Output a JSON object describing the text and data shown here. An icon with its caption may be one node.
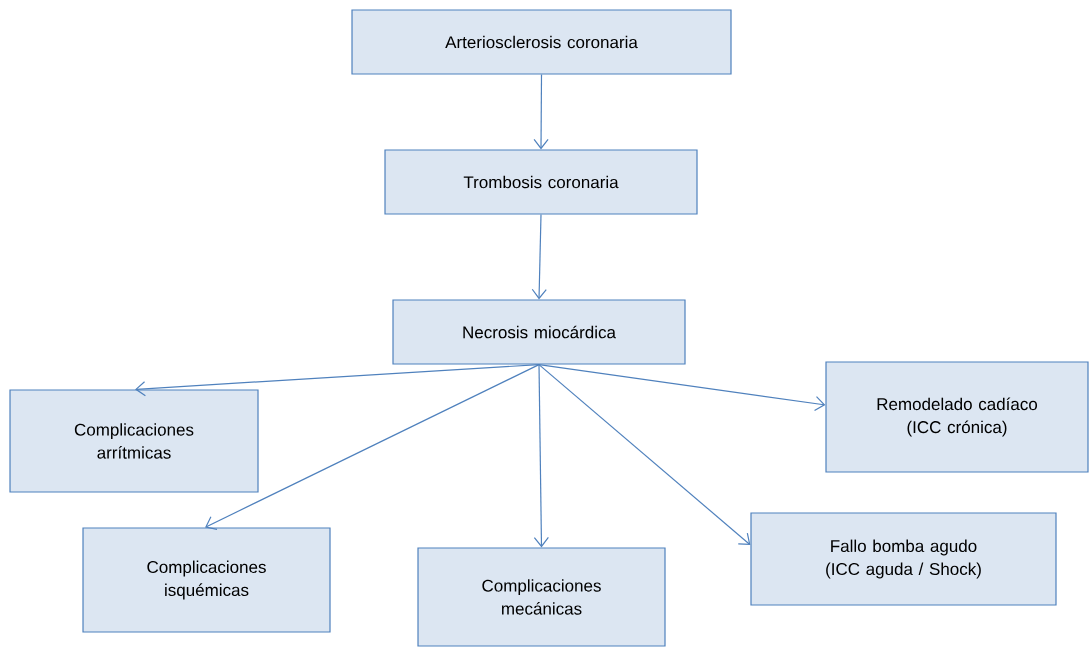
{
  "diagram": {
    "nodes": [
      {
        "text": [
          "Arteriosclerosis coronaria"
        ]
      },
      {
        "text": [
          "Trombosis coronaria"
        ]
      },
      {
        "text": [
          "Necrosis miocárdica"
        ]
      },
      {
        "text": [
          "Complicaciones arrítmicas"
        ]
      },
      {
        "text": [
          "Remodelado cadíaco (ICC crónica)"
        ]
      },
      {
        "text": [
          "Complicaciones isquémicas"
        ]
      },
      {
        "text": [
          "Complicaciones mecánicas"
        ]
      },
      {
        "text": [
          "Fallo bomba agudo (ICC aguda / Shock)"
        ]
      }
    ],
    "edges": [
      {
        "from": 0,
        "to": 1,
        "arrow": "to"
      },
      {
        "from": 1,
        "to": 2,
        "arrow": "to"
      },
      {
        "from": 2,
        "to": 3,
        "arrow": "to"
      },
      {
        "from": 2,
        "to": 5,
        "arrow": "to"
      },
      {
        "from": 2,
        "to": 6,
        "arrow": "to"
      },
      {
        "from": 2,
        "to": 7,
        "arrow": "to"
      },
      {
        "from": 2,
        "to": 4,
        "arrow": "to"
      }
    ]
  }
}
